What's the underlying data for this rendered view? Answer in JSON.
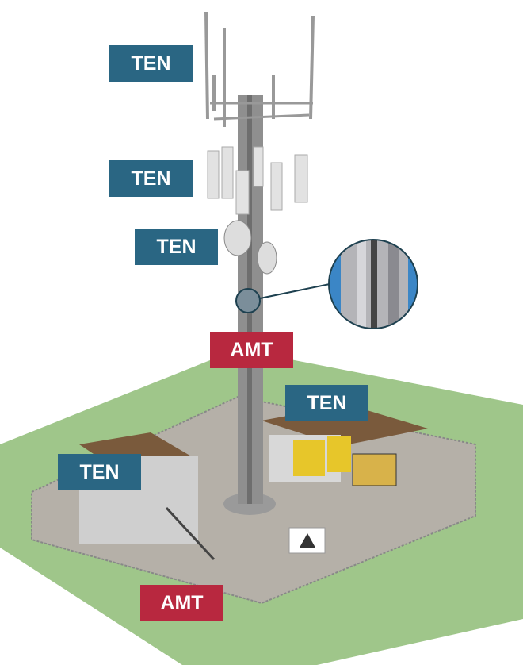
{
  "colors": {
    "ten": "#2a6683",
    "amt": "#b8283f",
    "ground": "#9fc68a"
  },
  "labels": [
    {
      "id": "antenna-top",
      "text": "TEN",
      "kind": "ten"
    },
    {
      "id": "panel-antennas",
      "text": "TEN",
      "kind": "ten"
    },
    {
      "id": "dish-antennas",
      "text": "TEN",
      "kind": "ten"
    },
    {
      "id": "tower-mast",
      "text": "AMT",
      "kind": "amt"
    },
    {
      "id": "equipment-shelter",
      "text": "TEN",
      "kind": "ten"
    },
    {
      "id": "building",
      "text": "TEN",
      "kind": "ten"
    },
    {
      "id": "site-ground",
      "text": "AMT",
      "kind": "amt"
    }
  ]
}
